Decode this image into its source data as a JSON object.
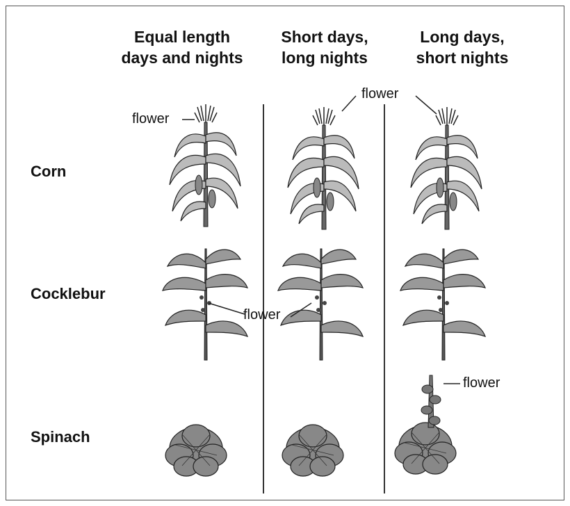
{
  "columns": [
    {
      "line1": "Equal length",
      "line2": "days and nights"
    },
    {
      "line1": "Short days,",
      "line2": "long nights"
    },
    {
      "line1": "Long days,",
      "line2": "short nights"
    }
  ],
  "rows": [
    "Corn",
    "Cocklebur",
    "Spinach"
  ],
  "labels": {
    "corn_flower_eq": "flower",
    "corn_flower_shared": "flower",
    "cocklebur_flower": "flower",
    "spinach_flower": "flower"
  }
}
